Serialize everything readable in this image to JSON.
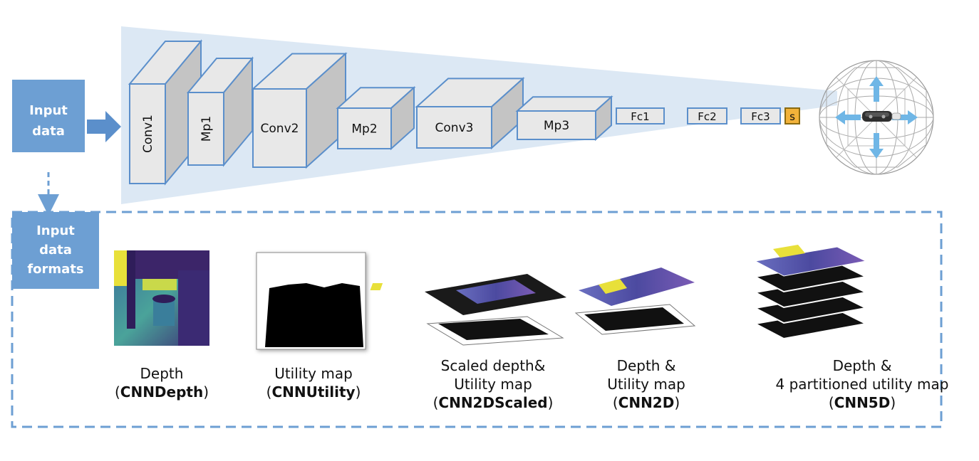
{
  "network": {
    "input_label": [
      "Input",
      "data"
    ],
    "layers": [
      {
        "label": "Conv1"
      },
      {
        "label": "Mp1"
      },
      {
        "label": "Conv2"
      },
      {
        "label": "Mp2"
      },
      {
        "label": "Conv3"
      },
      {
        "label": "Mp3"
      },
      {
        "label": "Fc1"
      },
      {
        "label": "Fc2"
      },
      {
        "label": "Fc3"
      },
      {
        "label": "s"
      }
    ]
  },
  "formats": {
    "panel_label": [
      "Input",
      "data",
      "formats"
    ],
    "items": [
      {
        "caption_lines": [
          "Depth"
        ],
        "model": "CNNDepth"
      },
      {
        "caption_lines": [
          "Utility map"
        ],
        "model": "CNNUtility"
      },
      {
        "caption_lines": [
          "Scaled depth&",
          "Utility map"
        ],
        "model": "CNN2DScaled"
      },
      {
        "caption_lines": [
          "Depth &",
          "Utility map"
        ],
        "model": "CNN2D"
      },
      {
        "caption_lines": [
          "Depth &",
          "4 partitioned utility map"
        ],
        "model": "CNN5D"
      }
    ]
  },
  "colors": {
    "accent_blue": "#5b8fcb",
    "panel_blue": "#6d9fd3",
    "funnel_fill": "#dce8f4",
    "box_front": "#e8e8e8",
    "box_side": "#c4c4c4",
    "box_stroke": "#5b8fcb",
    "softmax": "#f2b23a",
    "arrow_blue": "#6fb6e6",
    "depth_yellow": "#f1e43a",
    "depth_teal": "#3d8f98",
    "depth_purple": "#46237a"
  },
  "icons": {
    "sphere": "wireframe-sphere-icon",
    "camera": "depth-camera-icon"
  }
}
